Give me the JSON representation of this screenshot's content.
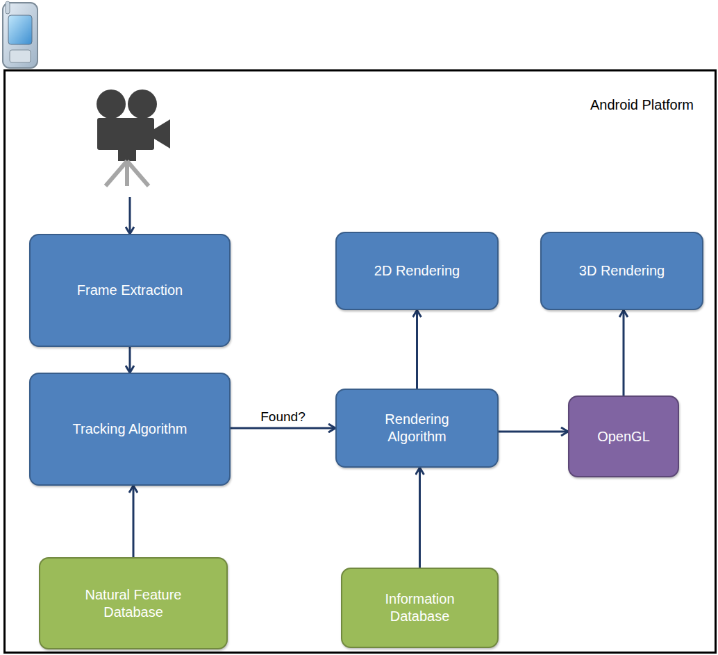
{
  "diagram": {
    "nodes": [
      {
        "text": [
          "Android Platform"
        ]
      },
      {
        "text": [
          "Frame Extraction"
        ],
        "in": 0
      },
      {
        "text": [
          "2D Rendering"
        ],
        "in": 0
      },
      {
        "text": [
          "3D Rendering"
        ],
        "in": 0
      },
      {
        "text": [
          "Tracking Algorithm"
        ],
        "in": 0
      },
      {
        "text": [
          "Rendering Algorithm"
        ],
        "in": 0
      },
      {
        "text": [
          "OpenGL"
        ],
        "in": 0
      },
      {
        "text": [
          "Natural Feature Database"
        ],
        "in": 0
      },
      {
        "text": [
          "Information Database"
        ],
        "in": 0
      }
    ],
    "edges": [
      {
        "from": 1,
        "to": 4,
        "arrow": "to"
      },
      {
        "from": 7,
        "to": 4,
        "arrow": "to"
      },
      {
        "from": 4,
        "to": 5,
        "label": "Found?",
        "arrow": "to"
      },
      {
        "from": 5,
        "to": 2,
        "arrow": "to"
      },
      {
        "from": 5,
        "to": 6,
        "arrow": "to"
      },
      {
        "from": 6,
        "to": 3,
        "arrow": "to"
      },
      {
        "from": 8,
        "to": 5,
        "arrow": "to"
      }
    ]
  }
}
